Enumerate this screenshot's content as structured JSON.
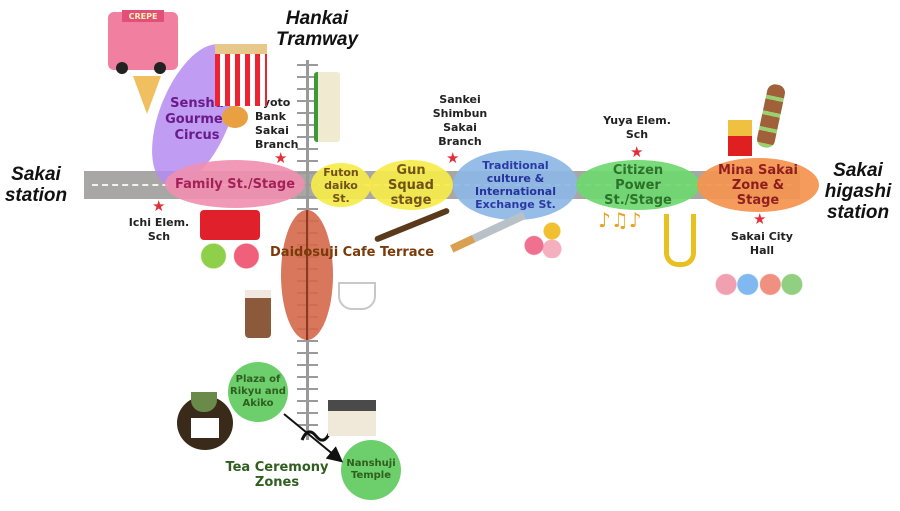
{
  "title": "Sakai street event map",
  "stations": {
    "west": "Sakai station",
    "east": "Sakai higashi station",
    "tram": "Hankai Tramway"
  },
  "zones": [
    {
      "id": "family",
      "label": "Family St./Stage",
      "color": "#f08fb0",
      "text_color": "#a3124e"
    },
    {
      "id": "futon",
      "label": "Futon daiko St.",
      "color": "#f7ec4a",
      "text_color": "#6b4a0a"
    },
    {
      "id": "gun",
      "label": "Gun Squad stage",
      "color": "#f7ec4a",
      "text_color": "#6b4a0a"
    },
    {
      "id": "traditional",
      "label": "Traditional culture & International Exchange St.",
      "color": "#8db8e6",
      "text_color": "#1a2a9c"
    },
    {
      "id": "citizen",
      "label": "Citizen Power St./Stage",
      "color": "#6fd86f",
      "text_color": "#1f6b1f"
    },
    {
      "id": "mina",
      "label": "Mina Sakai Zone & Stage",
      "color": "#f5944f",
      "text_color": "#8b0f0f"
    }
  ],
  "gourmet": {
    "label": "Senshu Gourmet Circus",
    "color": "#b58cf0",
    "text_color": "#6a1a8a"
  },
  "cafe": {
    "label": "Daidosuji Cafe Terrace",
    "color": "#d4684a",
    "text_color": "#7a3a0a"
  },
  "landmarks": [
    {
      "id": "kyoto-bank",
      "label": "Kyoto Bank Sakai Branch"
    },
    {
      "id": "ichi-elem",
      "label": "Ichi Elem. Sch"
    },
    {
      "id": "sankei",
      "label": "Sankei Shimbun Sakai Branch"
    },
    {
      "id": "yuya-elem",
      "label": "Yuya Elem. Sch"
    },
    {
      "id": "city-hall",
      "label": "Sakai City Hall"
    }
  ],
  "tea": {
    "title": "Tea Ceremony Zones",
    "plaza": "Plaza of Rikyu and Akiko",
    "temple": "Nanshuji Temple",
    "color": "#6ccf6c",
    "text_color": "#2f5e1e"
  },
  "illustrations": {
    "crepe_truck_sign": "CREPE"
  }
}
